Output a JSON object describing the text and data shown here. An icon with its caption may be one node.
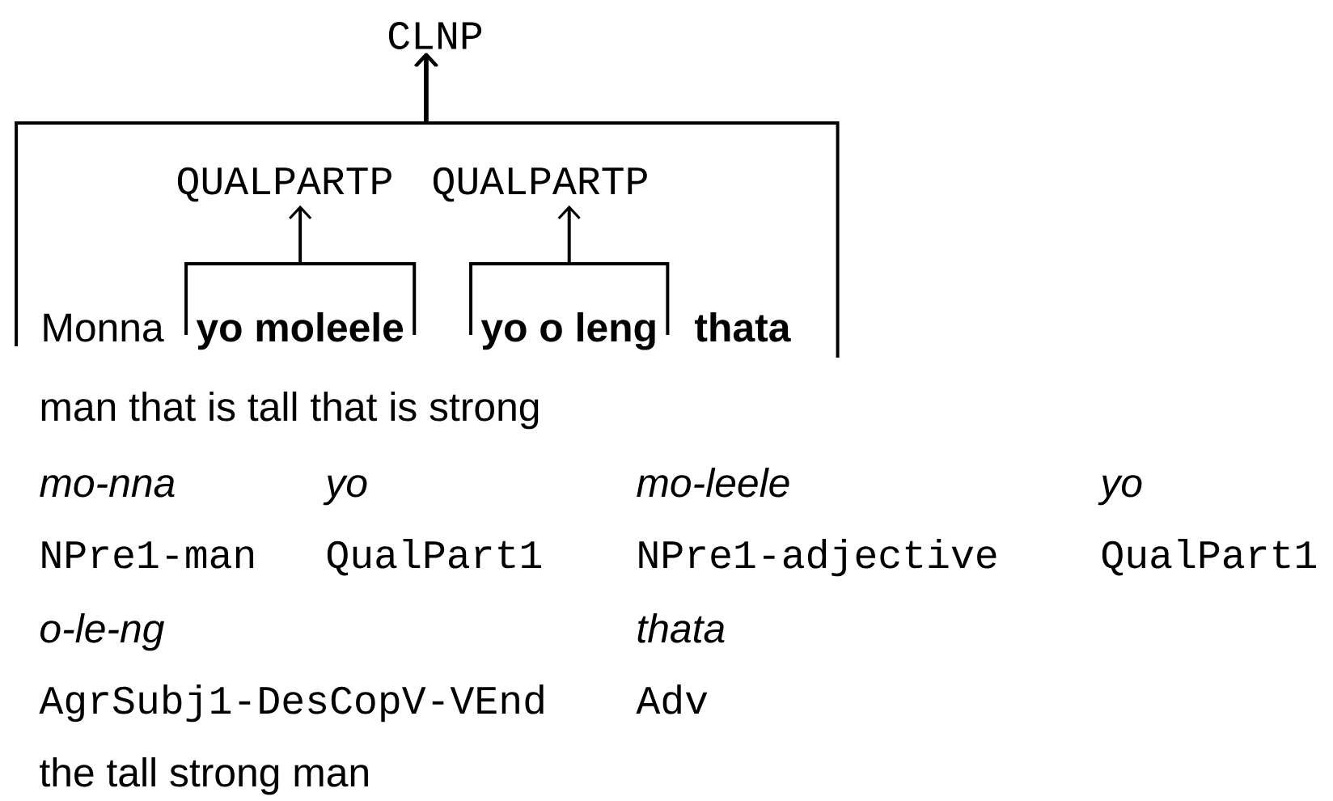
{
  "diagram": {
    "nodes": [
      {
        "text": [
          "CLNP"
        ]
      },
      {
        "text": [
          "QUALPARTP"
        ]
      },
      {
        "text": [
          "QUALPARTP"
        ]
      },
      {
        "text": [
          "Monna"
        ]
      },
      {
        "text": [
          "yo moleele"
        ]
      },
      {
        "text": [
          "yo o leng"
        ]
      },
      {
        "text": [
          "thata"
        ]
      }
    ],
    "edges": [
      {
        "from": 3,
        "to": 0,
        "arrow": "to"
      },
      {
        "from": 6,
        "to": 0,
        "arrow": "to"
      },
      {
        "from": 4,
        "to": 1,
        "arrow": "to"
      },
      {
        "from": 5,
        "to": 2,
        "arrow": "to"
      }
    ],
    "labels": [
      "man that is tall that is strong",
      "mo-nna",
      "yo",
      "mo-leele",
      "yo",
      "NPre1-man",
      "QualPart1",
      "NPre1-adjective",
      "QualPart1",
      "o-le-ng",
      "thata",
      "AgrSubj1-DesCopV-VEnd",
      "Adv",
      "the tall strong man"
    ]
  }
}
